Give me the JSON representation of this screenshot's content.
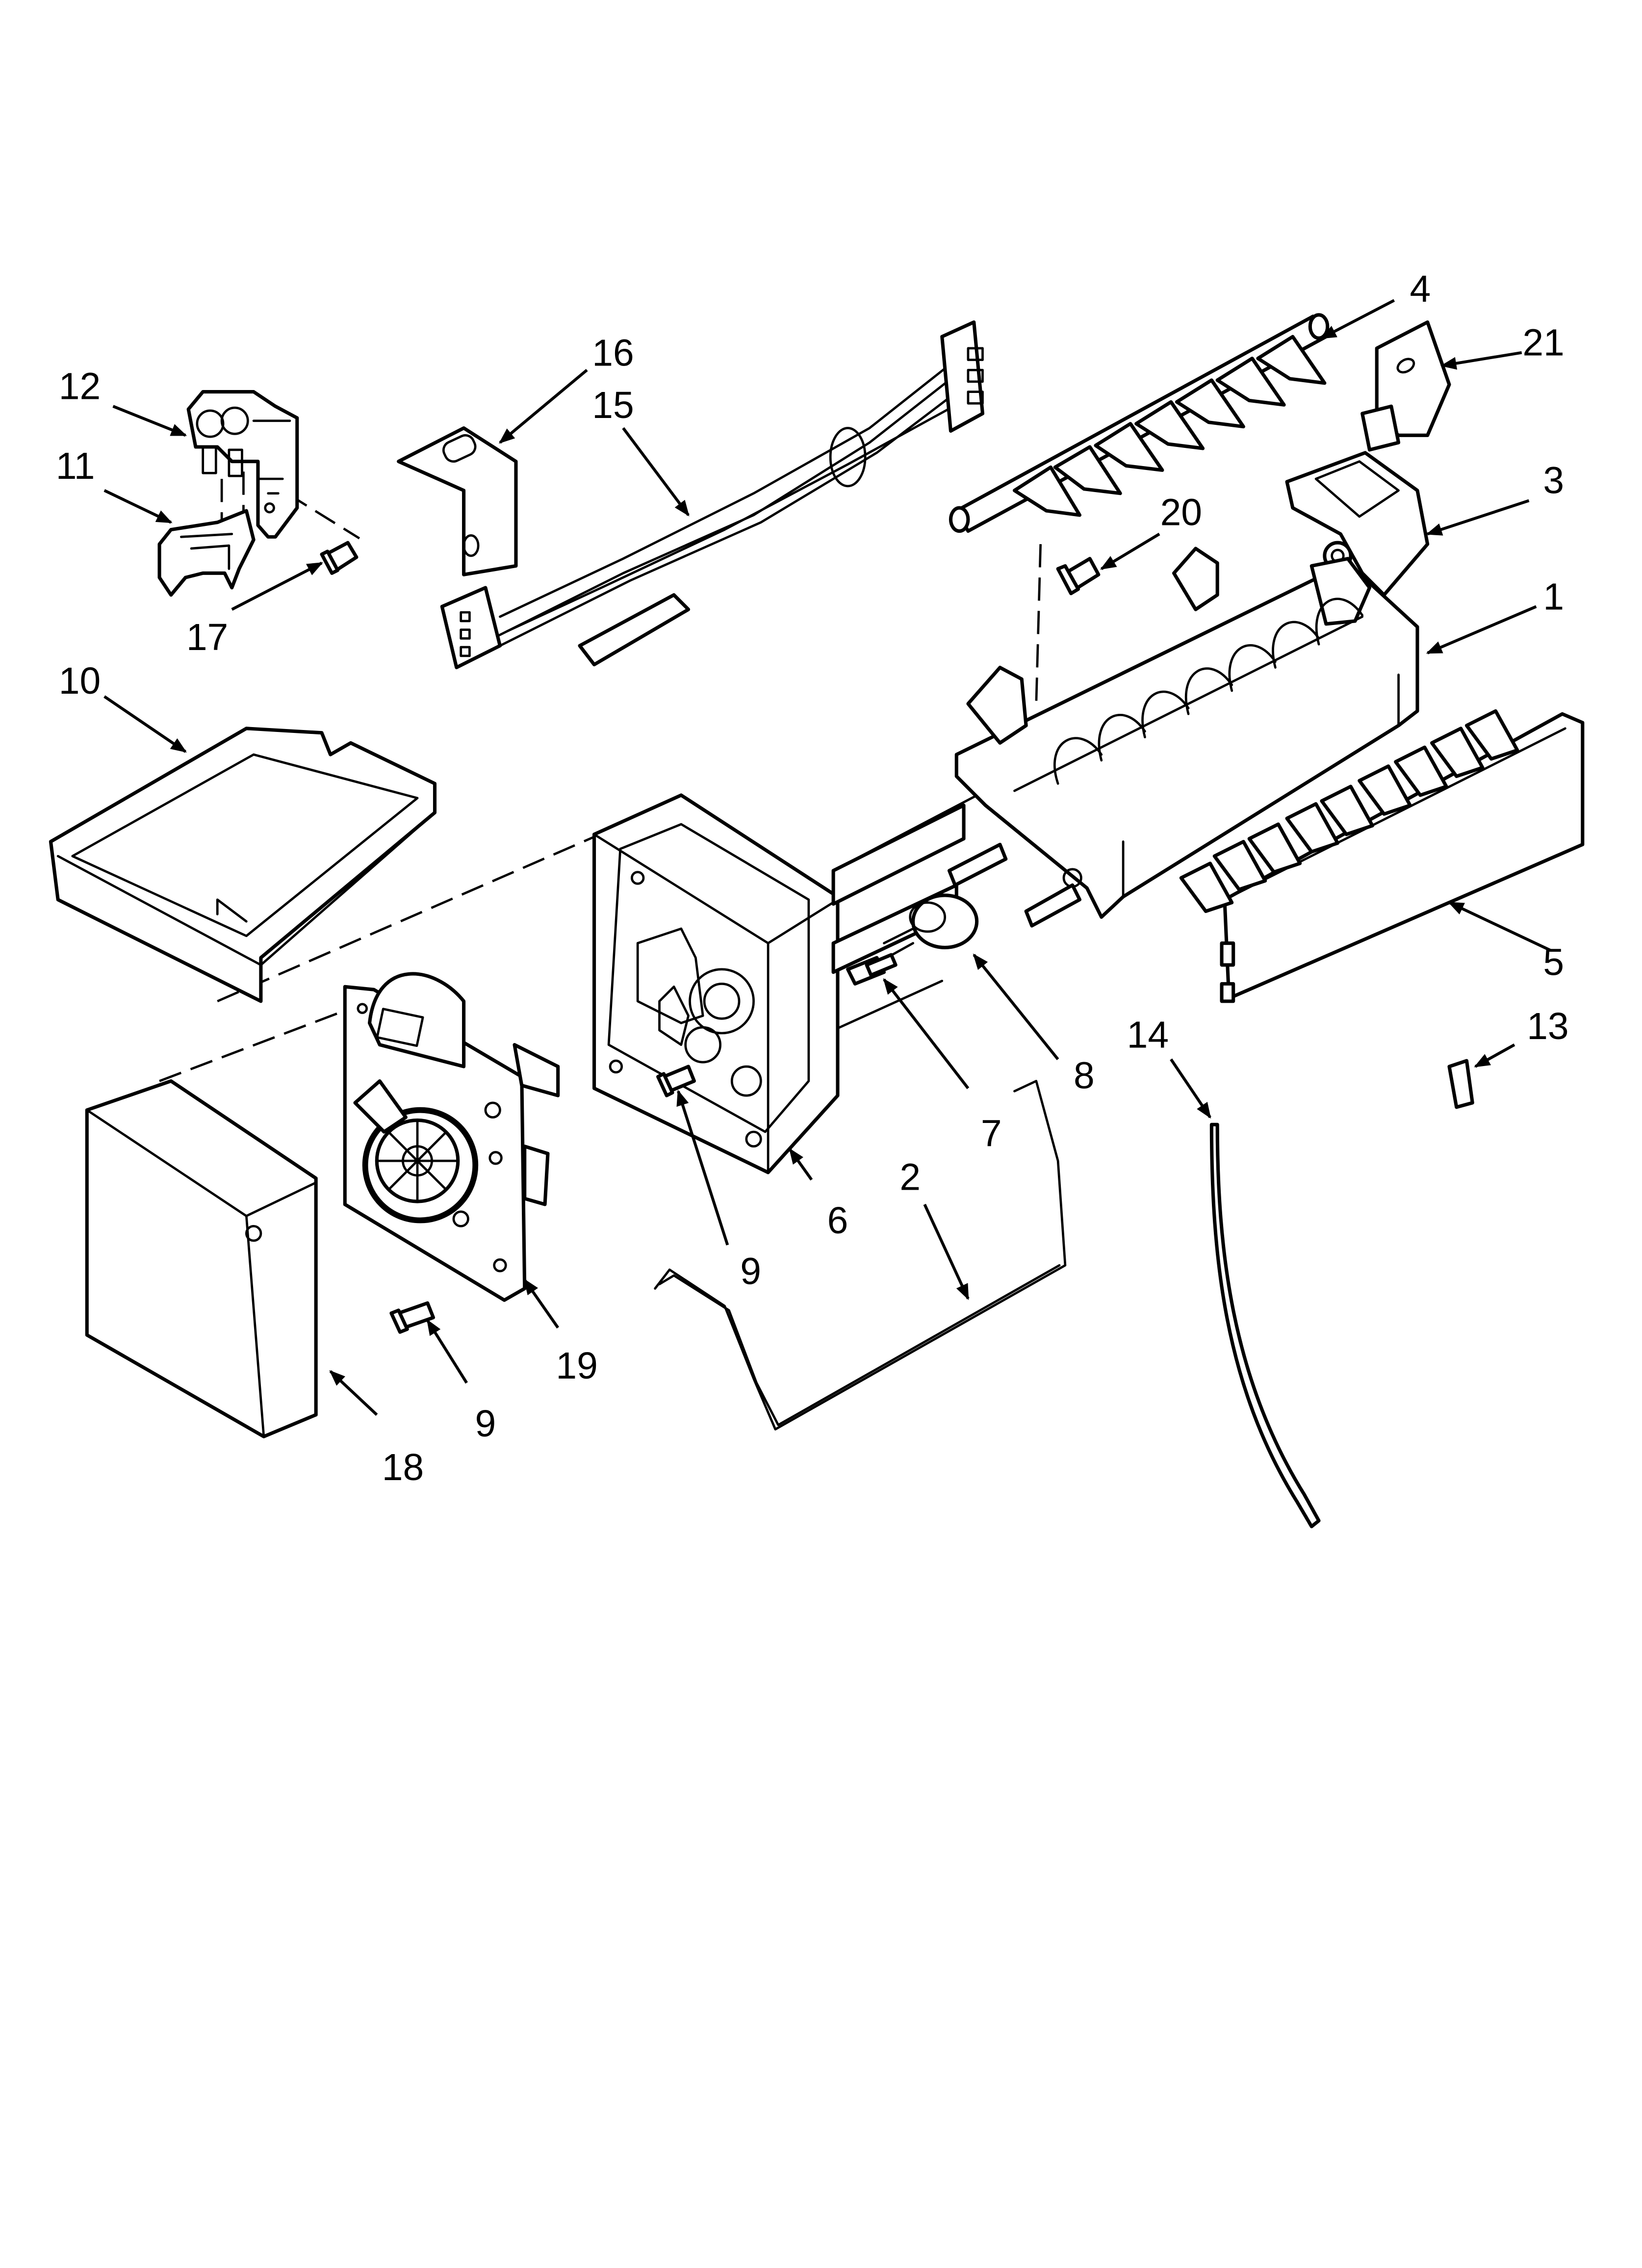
{
  "callouts": {
    "c1": "1",
    "c2": "2",
    "c3": "3",
    "c4": "4",
    "c5": "5",
    "c6": "6",
    "c7": "7",
    "c8": "8",
    "c9a": "9",
    "c9b": "9",
    "c10": "10",
    "c11": "11",
    "c12": "12",
    "c13": "13",
    "c14": "14",
    "c15": "15",
    "c16": "16",
    "c17": "17",
    "c18": "18",
    "c19": "19",
    "c20": "20",
    "c21": "21"
  },
  "colors": {
    "line": "#000000",
    "background": "#ffffff"
  }
}
